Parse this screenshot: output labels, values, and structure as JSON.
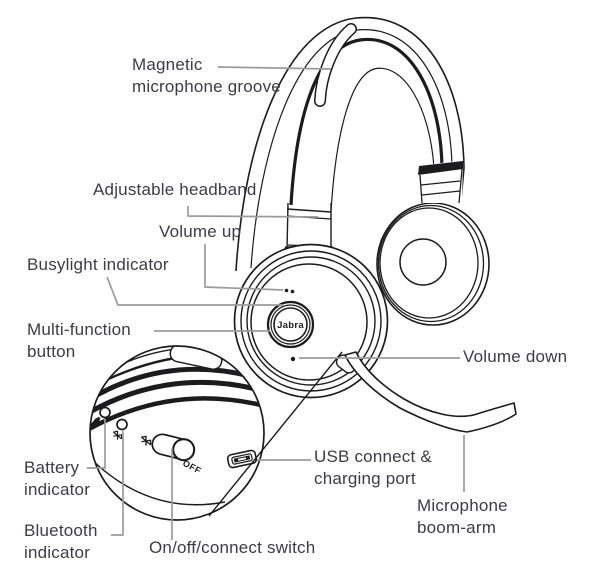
{
  "diagram_title": "Headset parts diagram",
  "colors": {
    "art": "#1c1c1e",
    "leader_line": "#9b9b9b",
    "label_text": "#3d3c46",
    "background": "#ffffff"
  },
  "art": {
    "jabra_logo": "Jabra",
    "off_label": "OFF"
  },
  "labels": {
    "magnetic": {
      "lines": {
        "0": "Magnetic",
        "1": "microphone groove"
      }
    },
    "adjustable": {
      "lines": {
        "0": "Adjustable headband"
      }
    },
    "volume_up": {
      "lines": {
        "0": "Volume up"
      }
    },
    "busylight": {
      "lines": {
        "0": "Busylight indicator"
      }
    },
    "multifunction": {
      "lines": {
        "0": "Multi-function",
        "1": "button"
      }
    },
    "volume_down": {
      "lines": {
        "0": "Volume down"
      }
    },
    "battery": {
      "lines": {
        "0": "Battery",
        "1": "indicator"
      }
    },
    "usb": {
      "lines": {
        "0": "USB connect &",
        "1": "charging port"
      }
    },
    "bluetooth": {
      "lines": {
        "0": "Bluetooth",
        "1": "indicator"
      }
    },
    "onoff": {
      "lines": {
        "0": "On/off/connect switch"
      }
    },
    "boom": {
      "lines": {
        "0": "Microphone",
        "1": "boom-arm"
      }
    }
  },
  "parts": [
    "magnetic-microphone-groove",
    "adjustable-headband",
    "volume-up",
    "busylight-indicator",
    "multi-function-button",
    "volume-down",
    "battery-indicator",
    "usb-connect-charging-port",
    "bluetooth-indicator",
    "on-off-connect-switch",
    "microphone-boom-arm"
  ]
}
